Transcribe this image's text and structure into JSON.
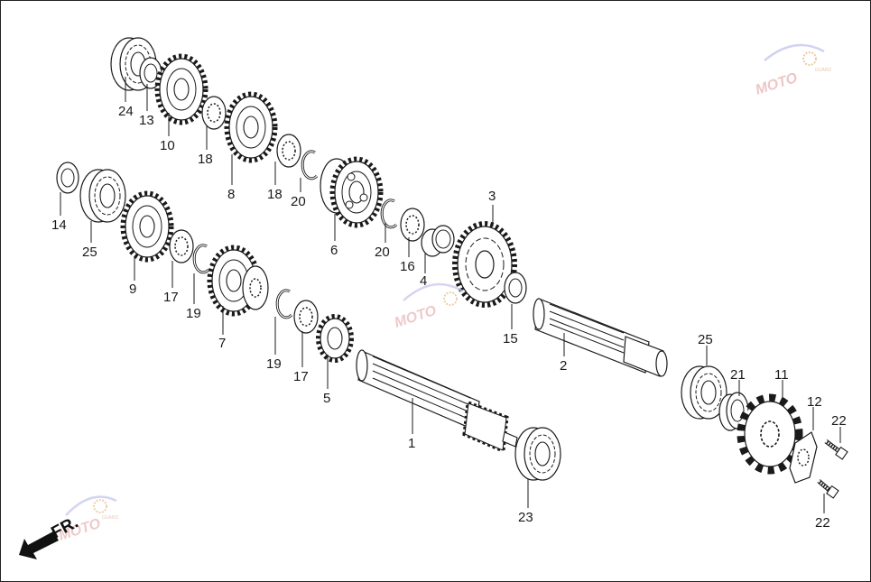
{
  "diagram": {
    "direction_label": "FR.",
    "watermark": {
      "text": "MOTO",
      "sub": "GUARD"
    },
    "callouts": [
      {
        "id": "24",
        "label": "24"
      },
      {
        "id": "13",
        "label": "13"
      },
      {
        "id": "10",
        "label": "10"
      },
      {
        "id": "18a",
        "label": "18"
      },
      {
        "id": "8",
        "label": "8"
      },
      {
        "id": "18b",
        "label": "18"
      },
      {
        "id": "20a",
        "label": "20"
      },
      {
        "id": "6",
        "label": "6"
      },
      {
        "id": "20b",
        "label": "20"
      },
      {
        "id": "16",
        "label": "16"
      },
      {
        "id": "4",
        "label": "4"
      },
      {
        "id": "3",
        "label": "3"
      },
      {
        "id": "15",
        "label": "15"
      },
      {
        "id": "14",
        "label": "14"
      },
      {
        "id": "25a",
        "label": "25"
      },
      {
        "id": "9",
        "label": "9"
      },
      {
        "id": "17a",
        "label": "17"
      },
      {
        "id": "19a",
        "label": "19"
      },
      {
        "id": "7",
        "label": "7"
      },
      {
        "id": "19b",
        "label": "19"
      },
      {
        "id": "17b",
        "label": "17"
      },
      {
        "id": "5",
        "label": "5"
      },
      {
        "id": "1",
        "label": "1"
      },
      {
        "id": "2",
        "label": "2"
      },
      {
        "id": "23",
        "label": "23"
      },
      {
        "id": "25b",
        "label": "25"
      },
      {
        "id": "21",
        "label": "21"
      },
      {
        "id": "11",
        "label": "11"
      },
      {
        "id": "12",
        "label": "12"
      },
      {
        "id": "22a",
        "label": "22"
      },
      {
        "id": "22b",
        "label": "22"
      }
    ]
  }
}
